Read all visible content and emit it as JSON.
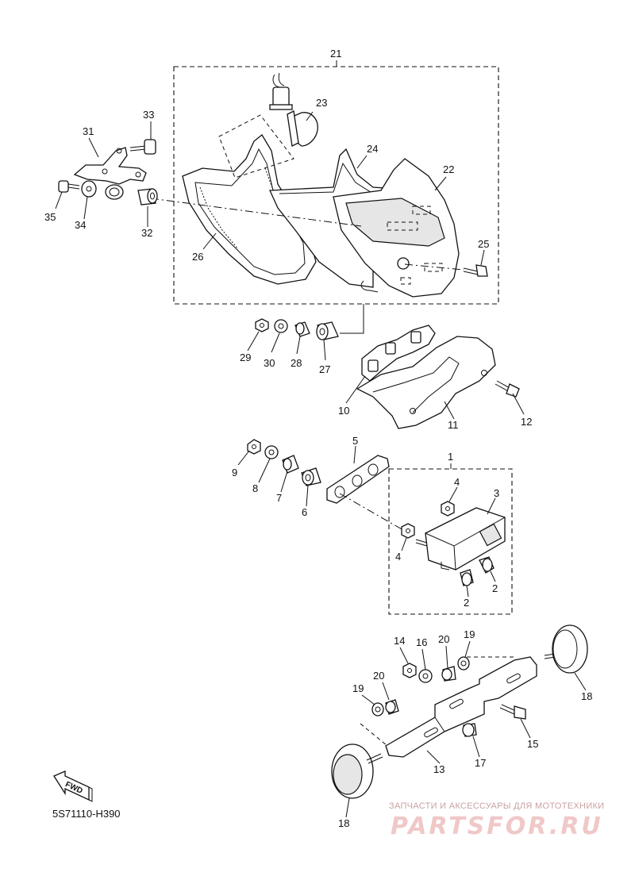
{
  "diagram": {
    "code": "5S71110-H390",
    "fwd_label": "FWD",
    "labels": [
      "21",
      "23",
      "24",
      "22",
      "25",
      "26",
      "31",
      "33",
      "35",
      "34",
      "32",
      "29",
      "30",
      "28",
      "27",
      "10",
      "11",
      "12",
      "5",
      "1",
      "9",
      "8",
      "7",
      "6",
      "4",
      "3",
      "4",
      "2",
      "2",
      "14",
      "16",
      "20",
      "19",
      "19",
      "20",
      "18",
      "15",
      "13",
      "17",
      "18"
    ]
  },
  "watermark": {
    "tagline": "ЗАПЧАСТИ И АКСЕССУАРЫ ДЛЯ МОТОТЕХНИКИ",
    "brand": "PARTSFOR.RU"
  }
}
